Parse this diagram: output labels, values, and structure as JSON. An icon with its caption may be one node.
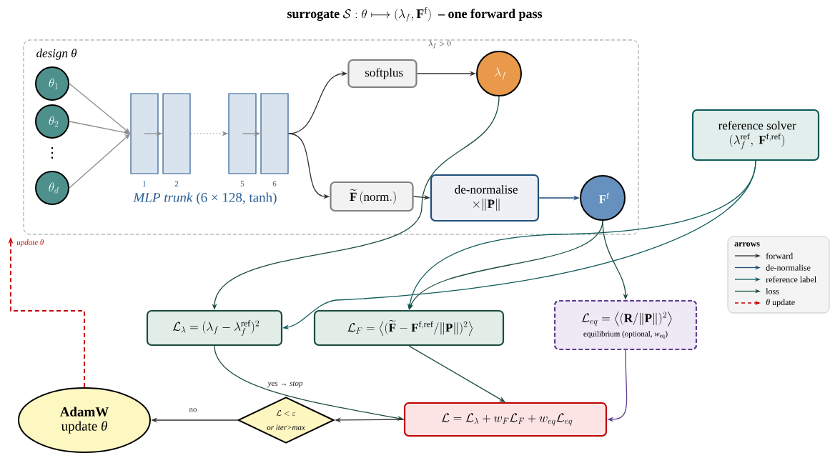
{
  "diagram": {
    "title": "\\textbf{surrogate}\\ \\mathcal{S}:\\theta\\longmapsto(\\lambda_f,\\mathbf{F}^{\\mathrm{f}})\\ \\ \\textbf{-- one forward pass}",
    "nodes": [
      {
        "text": [
          "design θ"
        ]
      },
      {
        "text": [
          "\\theta_1"
        ],
        "in": 0
      },
      {
        "text": [
          "\\theta_2"
        ],
        "in": 0
      },
      {
        "text": [
          "\\theta_d"
        ],
        "in": 0
      },
      {
        "text": [],
        "shape": "bar",
        "beside": [
          "1"
        ],
        "in": 0
      },
      {
        "text": [],
        "shape": "bar",
        "beside": [
          "2"
        ],
        "in": 0
      },
      {
        "text": [],
        "shape": "bar",
        "beside": [
          "5"
        ],
        "in": 0
      },
      {
        "text": [],
        "shape": "bar",
        "beside": [
          "6"
        ],
        "in": 0
      },
      {
        "text": [
          "softplus"
        ],
        "in": 0
      },
      {
        "text": [
          "\\lambda_f"
        ],
        "in": 0
      },
      {
        "text": [
          "\\widetilde{\\mathbf{F}}\\,(\\mathrm{norm.})"
        ],
        "in": 0
      },
      {
        "text": [
          "de-normalise",
          "\\times\\|\\mathbf{P}\\|"
        ],
        "in": 0
      },
      {
        "text": [
          "\\mathbf{F}^{\\mathrm{f}}"
        ],
        "in": 0
      },
      {
        "text": [
          "reference solver",
          "(\\lambda_f^{\\mathrm{ref}},\\ \\mathbf{F}^{\\mathrm{f,ref}})"
        ]
      },
      {
        "text": [
          "\\mathcal{L}_\\lambda=(\\lambda_f-\\lambda_f^{\\mathrm{ref}})^2"
        ]
      },
      {
        "text": [
          "\\mathcal{L}_F=\\big\\langle(\\widetilde{\\mathbf{F}}-\\mathbf{F}^{\\mathrm{f,ref}}/\\|\\mathbf{P}\\|)^2\\big\\rangle"
        ]
      },
      {
        "text": [
          "\\mathcal{L}_{eq}=\\big\\langle(\\mathbf{R}/\\|\\mathbf{P}\\|)^2\\big\\rangle",
          "equilibrium (optional, *w*$_{eq}$)"
        ]
      },
      {
        "text": [
          "\\mathcal{L}=\\mathcal{L}_\\lambda+w_F\\mathcal{L}_F+w_{eq}\\mathcal{L}_{eq}"
        ]
      },
      {
        "text": [
          "\\mathcal{L}<\\varepsilon",
          "or iter>max"
        ]
      },
      {
        "text": [
          "AdamW",
          "update *θ*"
        ]
      }
    ],
    "edges": [
      {
        "from": 1,
        "to": 4,
        "arrow": "to",
        "color": "#8c8c8c"
      },
      {
        "from": 2,
        "to": 4,
        "arrow": "to",
        "color": "#8c8c8c"
      },
      {
        "from": 3,
        "to": 4,
        "arrow": "to",
        "color": "#8c8c8c"
      },
      {
        "from": 4,
        "to": 5,
        "arrow": "to",
        "color": "#8c8c8c"
      },
      {
        "from": 5,
        "to": 6,
        "arrow": "to",
        "color": "#8c8c8c",
        "style": "dashed"
      },
      {
        "from": 6,
        "to": 7,
        "arrow": "to",
        "color": "#8c8c8c"
      },
      {
        "from": 7,
        "to": 8,
        "arrow": "to"
      },
      {
        "from": 7,
        "to": 10,
        "arrow": "to"
      },
      {
        "from": 8,
        "to": 9,
        "arrow": "to"
      },
      {
        "from": 10,
        "to": 11,
        "arrow": "to"
      },
      {
        "from": 11,
        "to": 12,
        "arrow": "to",
        "color": "#1f4e79"
      },
      {
        "from": 9,
        "to": 14,
        "arrow": "to",
        "color": "#1b4d3e"
      },
      {
        "from": 13,
        "to": 14,
        "arrow": "to",
        "color": "#0e5a5a"
      },
      {
        "from": 13,
        "to": 15,
        "arrow": "to",
        "color": "#0e5a5a"
      },
      {
        "from": 12,
        "to": 15,
        "arrow": "to",
        "color": "#1b4d3e"
      },
      {
        "from": 12,
        "to": 16,
        "arrow": "to",
        "color": "#1b4d3e"
      },
      {
        "from": 14,
        "to": 17,
        "arrow": "to",
        "color": "#1b4d3e"
      },
      {
        "from": 15,
        "to": 17,
        "arrow": "to",
        "color": "#1b4d3e"
      },
      {
        "from": 16,
        "to": 17,
        "arrow": "to",
        "color": "#5e3f8f"
      },
      {
        "from": 17,
        "to": 18,
        "arrow": "to"
      },
      {
        "from": 18,
        "to": 19,
        "arrow": "to",
        "label": "no"
      },
      {
        "from": 19,
        "to": 0,
        "arrow": "to",
        "style": "dashed",
        "color": "#c00000",
        "label": "update θ"
      }
    ],
    "labels": [
      "\\lambda_f>0",
      "⋮",
      "*MLP trunk* (6 × 128, tanh)",
      "arrows",
      "yes → stop"
    ],
    "legend": [
      {
        "text": "forward"
      },
      {
        "text": "de-normalise"
      },
      {
        "text": "reference label"
      },
      {
        "text": "loss"
      },
      {
        "text": "*θ* update"
      }
    ]
  }
}
